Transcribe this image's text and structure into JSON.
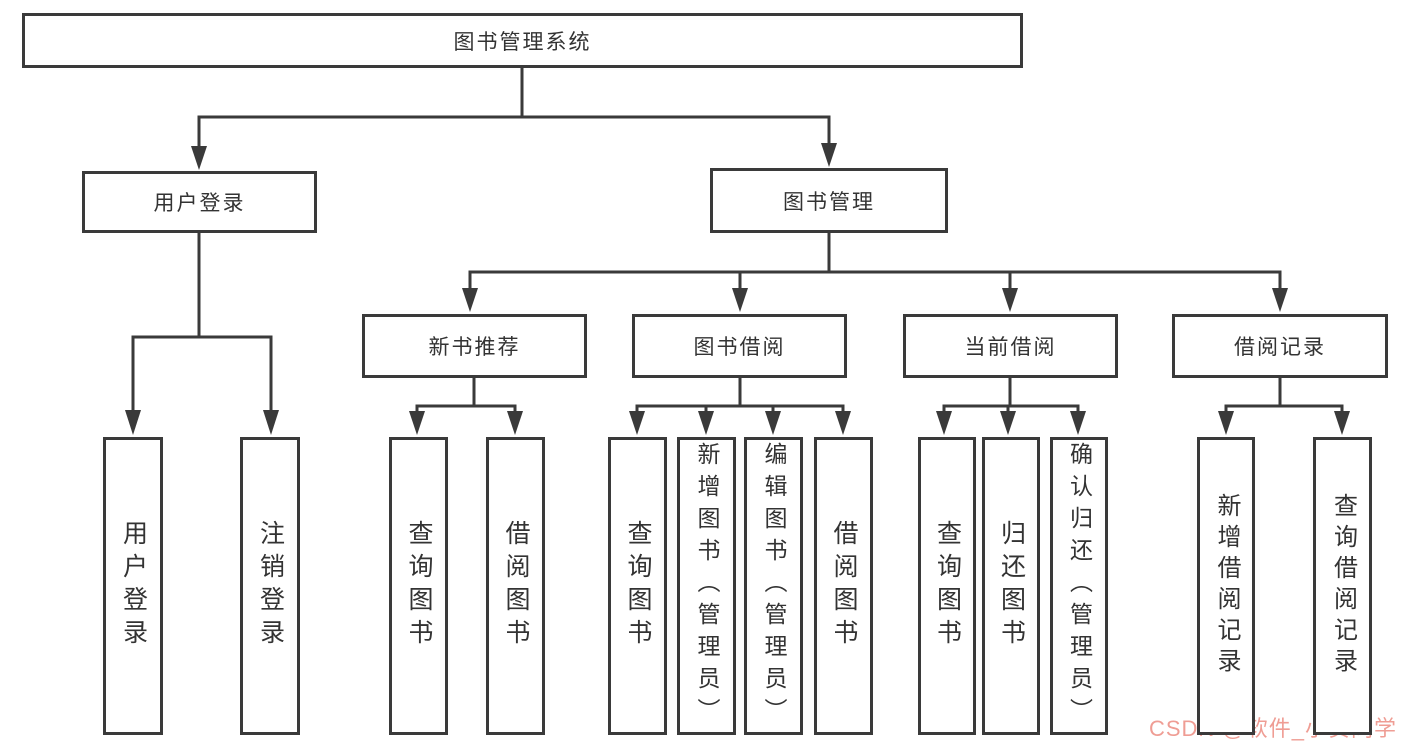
{
  "tree": {
    "label": "图书管理系统",
    "children": [
      {
        "label": "用户登录",
        "children": [
          {
            "label": "用户登录"
          },
          {
            "label": "注销登录"
          }
        ]
      },
      {
        "label": "图书管理",
        "children": [
          {
            "label": "新书推荐",
            "children": [
              {
                "label": "查询图书"
              },
              {
                "label": "借阅图书"
              }
            ]
          },
          {
            "label": "图书借阅",
            "children": [
              {
                "label": "查询图书"
              },
              {
                "label": "新增图书（管理员）"
              },
              {
                "label": "编辑图书（管理员）"
              },
              {
                "label": "借阅图书"
              }
            ]
          },
          {
            "label": "当前借阅",
            "children": [
              {
                "label": "查询图书"
              },
              {
                "label": "归还图书"
              },
              {
                "label": "确认归还（管理员）"
              }
            ]
          },
          {
            "label": "借阅记录",
            "children": [
              {
                "label": "新增借阅记录"
              },
              {
                "label": "查询借阅记录"
              }
            ]
          }
        ]
      }
    ]
  },
  "watermark": {
    "text": "CSDN @软件_小贺同学",
    "color": "#ef9d94"
  },
  "colors": {
    "line": "#3a3a3a",
    "box_border": "#3a3a3a",
    "box_fill": "#ffffff",
    "text": "#333333",
    "background": "#ffffff"
  }
}
